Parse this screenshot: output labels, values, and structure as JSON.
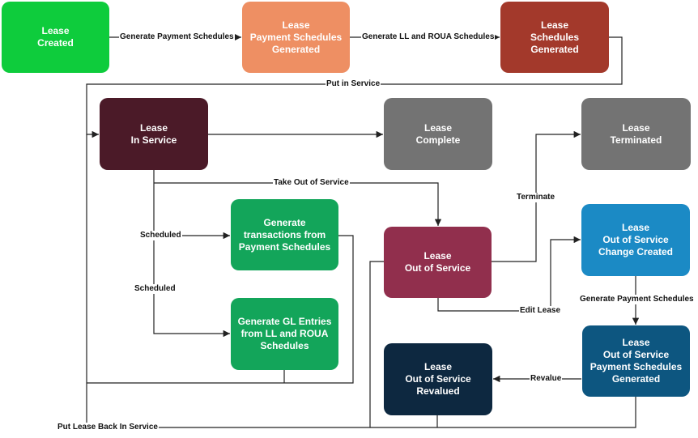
{
  "nodes": {
    "lease_created": {
      "line1": "Lease",
      "line2": "Created",
      "color": "#0ecc3c"
    },
    "payment_schedules_generated": {
      "line1": "Lease",
      "line2": "Payment Schedules",
      "line3": "Generated",
      "color": "#ee8f63"
    },
    "schedules_generated": {
      "line1": "Lease",
      "line2": "Schedules",
      "line3": "Generated",
      "color": "#a3392b"
    },
    "in_service": {
      "line1": "Lease",
      "line2": "In Service",
      "color": "#4b1a28"
    },
    "complete": {
      "line1": "Lease",
      "line2": "Complete",
      "color": "#737373"
    },
    "terminated": {
      "line1": "Lease",
      "line2": "Terminated",
      "color": "#737373"
    },
    "generate_transactions": {
      "line1": "Generate",
      "line2": "transactions from",
      "line3": "Payment Schedules",
      "color": "#13a55a"
    },
    "out_of_service": {
      "line1": "Lease",
      "line2": "Out of Service",
      "color": "#912f4d"
    },
    "oos_change_created": {
      "line1": "Lease",
      "line2": "Out of Service",
      "line3": "Change Created",
      "color": "#1b8ac5"
    },
    "generate_gl_entries": {
      "line1": "Generate GL Entries",
      "line2": "from LL and ROUA",
      "line3": "Schedules",
      "color": "#13a55a"
    },
    "oos_revalued": {
      "line1": "Lease",
      "line2": "Out of Service",
      "line3": "Revalued",
      "color": "#0d2840"
    },
    "oos_payment_schedules_generated": {
      "line1": "Lease",
      "line2": "Out of Service",
      "line3": "Payment Schedules",
      "line4": "Generated",
      "color": "#0d5680"
    }
  },
  "edges": {
    "generate_payment_schedules": "Generate Payment Schedules",
    "generate_ll_roua": "Generate LL and ROUA Schedules",
    "put_in_service": "Put in Service",
    "take_out_of_service": "Take Out of Service",
    "terminate": "Terminate",
    "scheduled_1": "Scheduled",
    "scheduled_2": "Scheduled",
    "edit_lease": "Edit Lease",
    "generate_payment_schedules_2": "Generate Payment Schedules",
    "revalue": "Revalue",
    "put_lease_back_in_service": "Put Lease Back In Service"
  },
  "colors": {
    "line": "#222222"
  }
}
